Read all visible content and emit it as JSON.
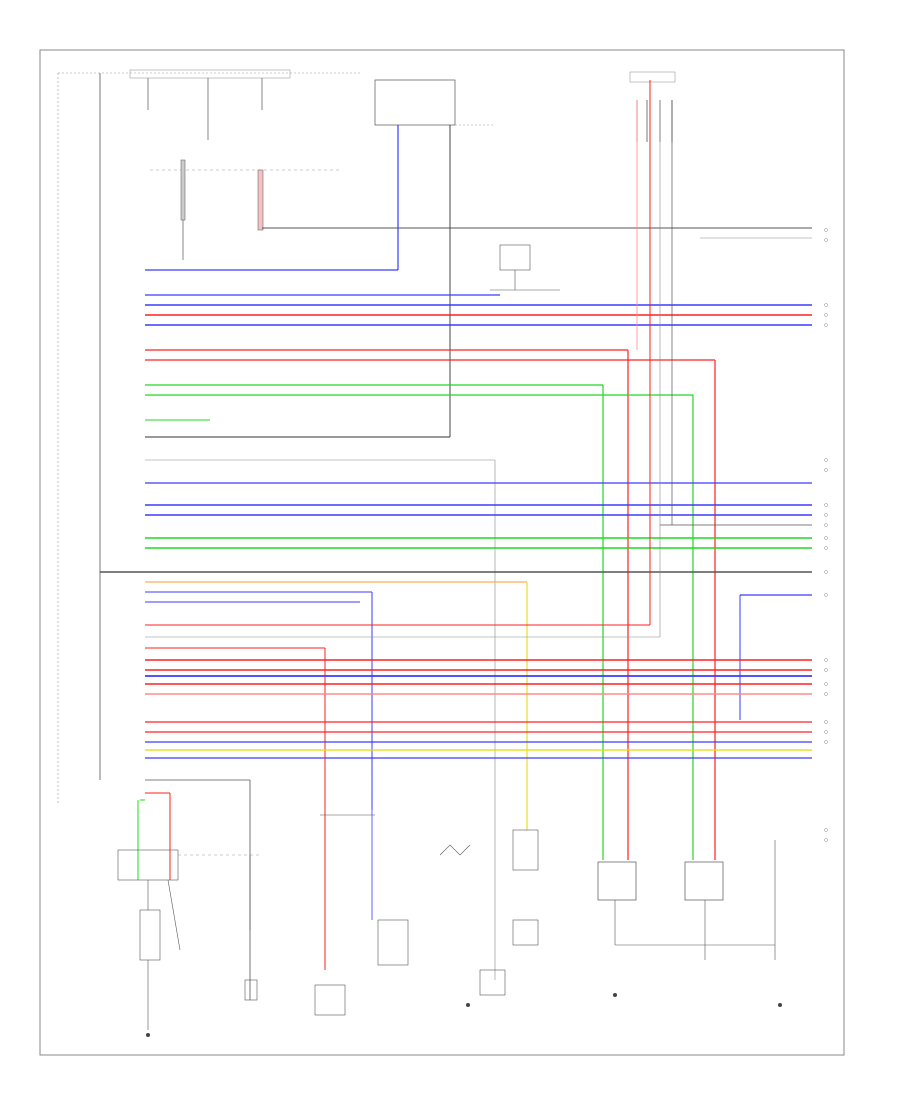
{
  "diagram": {
    "title": "",
    "page_label": "",
    "colors": {
      "frame": "#8a8a8a",
      "black_wire": "#333333",
      "blue_wire": "#3b3bff",
      "red_wire": "#ff2020",
      "pink_wire": "#ff8c8c",
      "green_wire": "#20d820",
      "yellow_wire": "#e6d800",
      "orange_wire": "#ff9a30",
      "gray_wire": "#a0a0a0"
    },
    "components": [
      {
        "id": "fuse-block-top-left",
        "kind": "fuse-box",
        "label": ""
      },
      {
        "id": "engine-relay-box",
        "kind": "relay-box",
        "label": ""
      },
      {
        "id": "ground-bus-top-right",
        "kind": "connector",
        "label": ""
      },
      {
        "id": "control-module",
        "kind": "module",
        "label": ""
      },
      {
        "id": "left-junction-block",
        "kind": "junction",
        "label": ""
      },
      {
        "id": "blower-motor",
        "kind": "motor",
        "label": ""
      },
      {
        "id": "left-sensor",
        "kind": "sensor",
        "label": ""
      },
      {
        "id": "center-switch",
        "kind": "switch",
        "label": ""
      },
      {
        "id": "center-sensor",
        "kind": "sensor",
        "label": ""
      },
      {
        "id": "right-sensor-a",
        "kind": "sensor",
        "label": ""
      },
      {
        "id": "right-sensor-b",
        "kind": "sensor",
        "label": ""
      },
      {
        "id": "right-actuator-a",
        "kind": "actuator",
        "label": ""
      },
      {
        "id": "right-actuator-b",
        "kind": "actuator",
        "label": ""
      }
    ],
    "grounds": [
      {
        "id": "ground-1",
        "label": ""
      },
      {
        "id": "ground-2",
        "label": ""
      },
      {
        "id": "ground-3",
        "label": ""
      },
      {
        "id": "ground-4",
        "label": ""
      }
    ]
  }
}
